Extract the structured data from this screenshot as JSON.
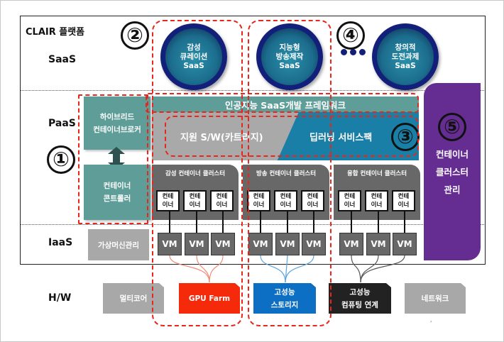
{
  "title": "CLAIR 플랫폼",
  "layers": {
    "saas": "SaaS",
    "paas": "PaaS",
    "iaas": "IaaS",
    "hw": "H/W"
  },
  "markers": {
    "m1": "①",
    "m2": "②",
    "m3": "③",
    "m4": "④",
    "m5": "⑤"
  },
  "saas_services": [
    {
      "line1": "감성",
      "line2": "큐레이션",
      "line3": "SaaS"
    },
    {
      "line1": "지능형",
      "line2": "방송제작",
      "line3": "SaaS"
    },
    {
      "line1": "창의적",
      "line2": "도전과제",
      "line3": "SaaS"
    }
  ],
  "paas": {
    "broker": {
      "line1": "하이브리드",
      "line2": "컨테이너브로커"
    },
    "controller": {
      "line1": "컨테이너",
      "line2": "콘트롤러"
    },
    "framework": "인공지능 SaaS개발 프레임워크",
    "support_sw": "지원 S/W(카트리지)",
    "service_pack": "딥러닝 서비스팩",
    "clusters": [
      {
        "label": "감성 컨테이너 클러스터"
      },
      {
        "label": "방송 컨테이너 클러스터"
      },
      {
        "label": "융합 컨테이너 클러스터"
      }
    ],
    "container": {
      "line1": "컨테",
      "line2": "이너"
    },
    "cluster_mgmt": {
      "line1": "컨테이너",
      "line2": "클러스터",
      "line3": "관리"
    }
  },
  "iaas": {
    "vm_mgmt": "가상머신관리",
    "vm_label": "VM"
  },
  "hardware": [
    {
      "line1": "멀티코어",
      "line2": "",
      "color": "#a8a8a8"
    },
    {
      "line1": "GPU Farm",
      "line2": "",
      "color": "#f52a0a"
    },
    {
      "line1": "고성능",
      "line2": "스토리지",
      "color": "#0d6fc4"
    },
    {
      "line1": "고성능",
      "line2": "컴퓨팅 연계",
      "color": "#222222"
    },
    {
      "line1": "네트워크",
      "line2": "",
      "color": "#a8a8a8"
    }
  ],
  "colors": {
    "teal": "#5f9e98",
    "deep_blue": "#1a7fa6",
    "purple": "#652d91",
    "highlight_dash": "#e8261b",
    "saas_ring": "#12207a"
  },
  "footnote": "›"
}
